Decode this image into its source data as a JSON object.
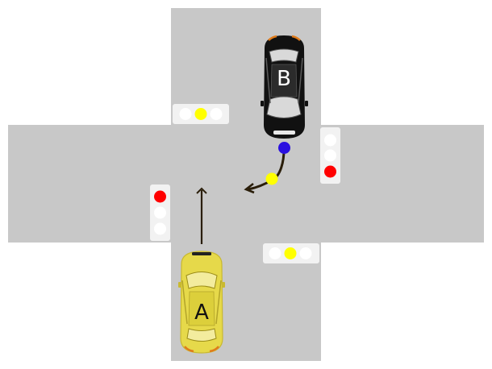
{
  "colors": {
    "road": "#c8c8c8",
    "background": "#ffffff",
    "light_housing": "#f2f2f2",
    "light_off": "#ffffff",
    "red": "#ff0000",
    "yellow": "#ffff00",
    "car_a_body": "#e6d94a",
    "car_b_body": "#111111",
    "marker_blue": "#2a10e0",
    "marker_yellow": "#ffff00",
    "arrow": "#2a1e0a"
  },
  "vehicles": {
    "car_a": {
      "label": "A",
      "heading": "north",
      "movement": "straight"
    },
    "car_b": {
      "label": "B",
      "heading": "south",
      "movement": "turn-right"
    }
  },
  "traffic_lights": [
    {
      "position": "north",
      "orientation": "horizontal",
      "active": "yellow"
    },
    {
      "position": "east",
      "orientation": "vertical",
      "active": "red"
    },
    {
      "position": "west",
      "orientation": "vertical",
      "active": "red"
    },
    {
      "position": "south",
      "orientation": "horizontal",
      "active": "yellow"
    }
  ]
}
